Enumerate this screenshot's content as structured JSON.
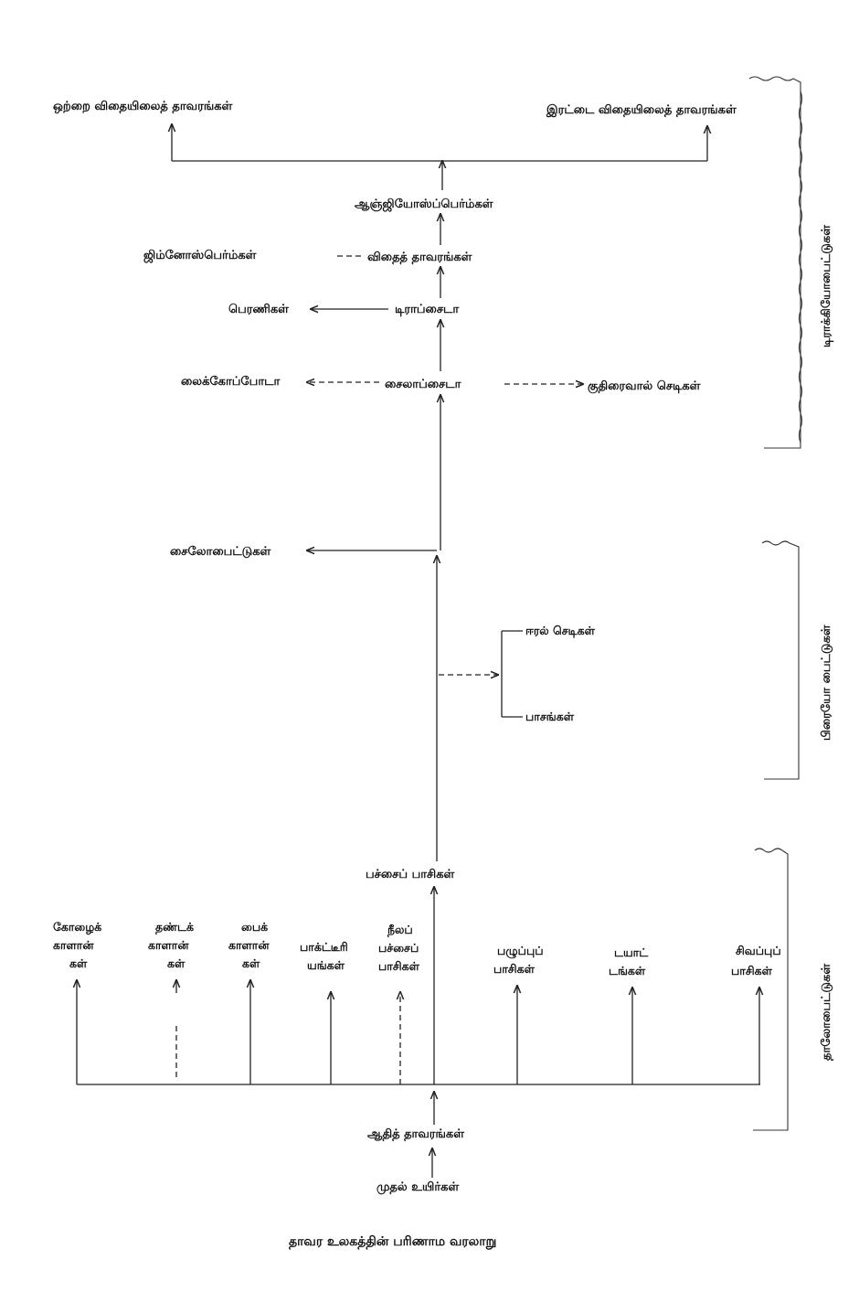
{
  "labels": {
    "monocot": "ஒற்றை விதையிலைத் தாவரங்கள்",
    "dicot": "இரட்டை விதையிலைத் தாவரங்கள்",
    "angiosperms": "ஆஞ்ஜியோஸ்ப்பெர்ம்கள்",
    "gymnosperms": "ஜிம்னோஸ்பெர்ம்கள்",
    "seed_plants": "விதைத் தாவரங்கள்",
    "ferns": "பெரணிகள்",
    "pteropsida": "டிராப்சைடா",
    "lycopsida": "லைக்கோப்போடா",
    "psilopsida": "சைலாப்சைடா",
    "horsetails": "குதிரைவால் செடிகள்",
    "psilophytes": "சைலோபைட்டுகள்",
    "liverworts": "ஈரல் செடிகள்",
    "mosses": "பாசங்கள்",
    "green_algae": "பச்சைப் பாசிகள்",
    "fungi_1": "கோழைக்",
    "fungi_2": "காளான்",
    "fungi_3": "கள்",
    "stalk_fungi_1": "தண்டக்",
    "stalk_fungi_2": "காளான்",
    "stalk_fungi_3": "கள்",
    "sac_fungi_1": "பைக்",
    "sac_fungi_2": "காளான்",
    "sac_fungi_3": "கள்",
    "bacteria_1": "பாக்ட்டீரி",
    "bacteria_2": "யங்கள்",
    "bluegreen_1": "நீலப்",
    "bluegreen_2": "பச்சைப்",
    "bluegreen_3": "பாசிகள்",
    "brown_algae_1": "பழுப்புப்",
    "brown_algae_2": "பாசிகள்",
    "diatoms_1": "டயாட்",
    "diatoms_2": "டங்கள்",
    "red_algae_1": "சிவப்புப்",
    "red_algae_2": "பாசிகள்",
    "primitive_plants": "ஆதித் தாவரங்கள்",
    "first_life": "முதல் உயிர்கள்"
  },
  "side_labels": {
    "tracheophytes": "டிராக்கியோபைட்டுகள்",
    "bryophytes": "பிரையோ பைட்டுகள்",
    "thallophytes": "தாலோபைட்டுகள்"
  },
  "caption": "தாவர உலகத்தின் பரிணாம வரலாறு"
}
